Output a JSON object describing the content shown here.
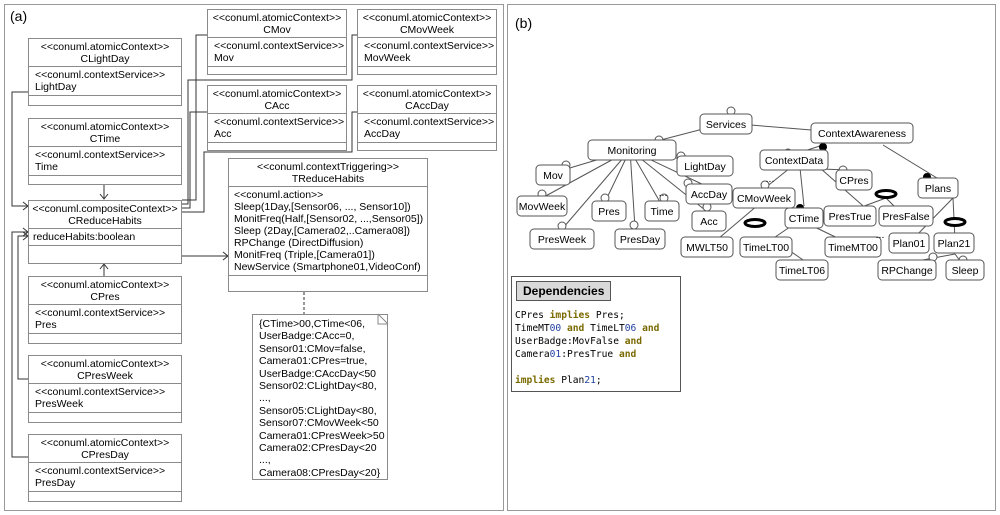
{
  "panels": {
    "a": "(a)",
    "b": "(b)"
  },
  "uml_classes": [
    {
      "id": "clightday",
      "stereotype": "<<conuml.atomicContext>>",
      "name": "CLightDay",
      "service_stereotype": "<<conuml.contextService>>",
      "service": "LightDay"
    },
    {
      "id": "ctime",
      "stereotype": "<<conuml.atomicContext>>",
      "name": "CTime",
      "service_stereotype": "<<conuml.contextService>>",
      "service": "Time"
    },
    {
      "id": "cmov",
      "stereotype": "<<conuml.atomicContext>>",
      "name": "CMov",
      "service_stereotype": "<<conuml.contextService>>",
      "service": "Mov"
    },
    {
      "id": "cmovweek",
      "stereotype": "<<conuml.atomicContext>>",
      "name": "CMovWeek",
      "service_stereotype": "<<conuml.contextService>>",
      "service": "MovWeek"
    },
    {
      "id": "cacc",
      "stereotype": "<<conuml.atomicContext>>",
      "name": "CAcc",
      "service_stereotype": "<<conuml.contextService>>",
      "service": "Acc"
    },
    {
      "id": "caccday",
      "stereotype": "<<conuml.atomicContext>>",
      "name": "CAccDay",
      "service_stereotype": "<<conuml.contextService>>",
      "service": "AccDay"
    },
    {
      "id": "cpres",
      "stereotype": "<<conuml.atomicContext>>",
      "name": "CPres",
      "service_stereotype": "<<conuml.contextService>>",
      "service": "Pres"
    },
    {
      "id": "cpresweek",
      "stereotype": "<<conuml.atomicContext>>",
      "name": "CPresWeek",
      "service_stereotype": "<<conuml.contextService>>",
      "service": "PresWeek"
    },
    {
      "id": "cpresday",
      "stereotype": "<<conuml.atomicContext>>",
      "name": "CPresDay",
      "service_stereotype": "<<conuml.contextService>>",
      "service": "PresDay"
    }
  ],
  "composite": {
    "stereotype": "<<conuml.compositeContext>>",
    "name": "CReduceHabits",
    "attribute": "reduceHabits:boolean"
  },
  "trigger": {
    "stereotype": "<<conuml.contextTriggering>>",
    "name": "TReduceHabits",
    "action_stereotype": "<<conuml.action>>",
    "actions": [
      "Sleep(1Day,[Sensor06, ..., Sensor10])",
      "MonitFreq(Half,[Sensor02, ...,Sensor05])",
      "Sleep (2Day,[Camera02,..Camera08])",
      "RPChange (DirectDiffusion)",
      "MonitFreq (Triple,[Camera01])",
      "NewService (Smartphone01,VideoConf)"
    ]
  },
  "note_lines": [
    "{CTime>00,CTime<06,",
    "UserBadge:CAcc=0,",
    "Sensor01:CMov=false,",
    "Camera01:CPres=true,",
    "UserBadge:CAccDay<50",
    "Sensor02:CLightDay<80,",
    "...,",
    "Sensor05:CLightDay<80,",
    "Sensor07:CMovWeek<50",
    "Camera01:CPresWeek>50",
    "Camera02:CPresDay<20",
    "...,",
    "Camera08:CPresDay<20}"
  ],
  "feature_nodes": {
    "services": "Services",
    "context_awareness": "ContextAwareness",
    "monitoring": "Monitoring",
    "mov": "Mov",
    "movweek": "MovWeek",
    "presweek": "PresWeek",
    "pres": "Pres",
    "presday": "PresDay",
    "time": "Time",
    "acc": "Acc",
    "lightday": "LightDay",
    "accday": "AccDay",
    "contextdata": "ContextData",
    "cpres": "CPres",
    "cmovweek": "CMovWeek",
    "ctime": "CTime",
    "prestrue": "PresTrue",
    "presfalse": "PresFalse",
    "plans": "Plans",
    "mwlt50": "MWLT50",
    "timelt00": "TimeLT00",
    "timemt00": "TimeMT00",
    "timelt06": "TimeLT06",
    "plan01": "Plan01",
    "plan21": "Plan21",
    "rpchange": "RPChange",
    "sleep": "Sleep"
  },
  "ellipsis": "...",
  "dependencies": {
    "title": "Dependencies",
    "lines": [
      [
        {
          "t": "CPres "
        },
        {
          "t": "implies",
          "c": "kw"
        },
        {
          "t": " Pres;"
        }
      ],
      [
        {
          "t": "TimeMT"
        },
        {
          "t": "00",
          "c": "num"
        },
        {
          "t": " "
        },
        {
          "t": "and",
          "c": "kw"
        },
        {
          "t": " TimeLT"
        },
        {
          "t": "06",
          "c": "num"
        },
        {
          "t": " "
        },
        {
          "t": "and",
          "c": "kw"
        }
      ],
      [
        {
          "t": "UserBadge:MovFalse "
        },
        {
          "t": "and",
          "c": "kw"
        }
      ],
      [
        {
          "t": "Camera"
        },
        {
          "t": "01",
          "c": "num"
        },
        {
          "t": ":PresTrue "
        },
        {
          "t": "and",
          "c": "kw"
        }
      ],
      [
        {
          "t": ""
        }
      ],
      [
        {
          "t": "implies",
          "c": "kw"
        },
        {
          "t": " Plan"
        },
        {
          "t": "21",
          "c": "num"
        },
        {
          "t": ";"
        }
      ]
    ]
  }
}
